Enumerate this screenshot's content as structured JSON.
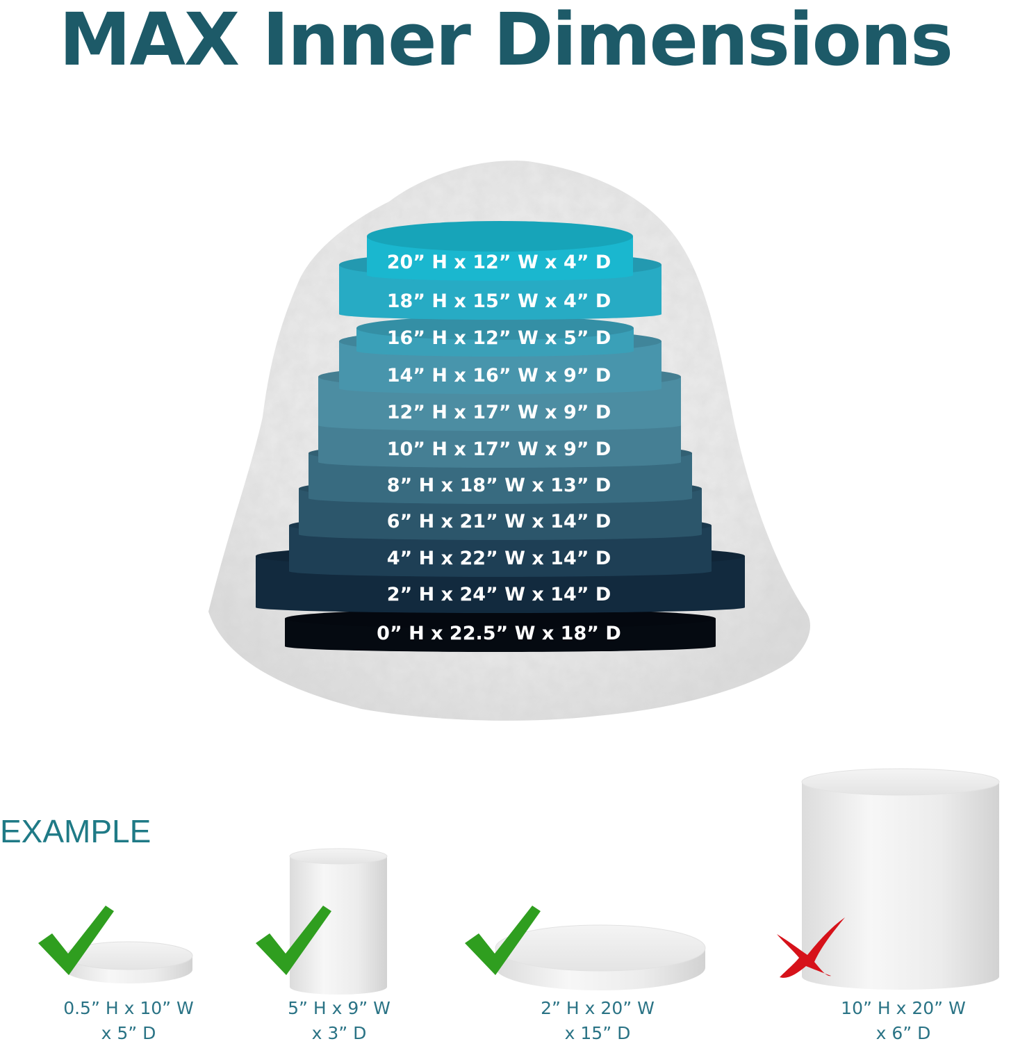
{
  "title": "MAX Inner Dimensions",
  "colors": {
    "title": "#1d5a68",
    "example_label": "#1f7a86",
    "caption": "#2a7385",
    "check": "#2f9e1f",
    "cross": "#d6121a",
    "rock": "#ececec"
  },
  "icons": {
    "good": "checkmark-icon",
    "bad": "cross-icon"
  },
  "layers": [
    {
      "label": "20” H x 12” W x 4” D",
      "color": "#1ab7cf"
    },
    {
      "label": "18” H x 15” W x 4” D",
      "color": "#27abc4"
    },
    {
      "label": "16” H x 12” W x 5” D",
      "color": "#3aa0b8"
    },
    {
      "label": "14” H x 16” W x 9” D",
      "color": "#4895ac"
    },
    {
      "label": "12” H x 17” W x 9” D",
      "color": "#4c8da2"
    },
    {
      "label": "10” H x 17” W x 9” D",
      "color": "#457f94"
    },
    {
      "label": "8” H x 18” W x 13” D",
      "color": "#386b80"
    },
    {
      "label": "6” H x 21” W x 14” D",
      "color": "#2c566b"
    },
    {
      "label": "4” H x 22” W x 14” D",
      "color": "#1e3f55"
    },
    {
      "label": "2” H x 24” W x 14” D",
      "color": "#122a3e"
    },
    {
      "label": "0” H x 22.5” W x 18” D",
      "color": "#050a11"
    }
  ],
  "example_label": "EXAMPLE",
  "examples": [
    {
      "line1": "0.5” H x 10” W",
      "line2": "x 5” D",
      "fits": true
    },
    {
      "line1": "5” H x 9” W",
      "line2": "x 3” D",
      "fits": true
    },
    {
      "line1": "2” H x 20” W",
      "line2": "x 15” D",
      "fits": true
    },
    {
      "line1": "10” H x 20” W",
      "line2": "x 6” D",
      "fits": false
    }
  ]
}
